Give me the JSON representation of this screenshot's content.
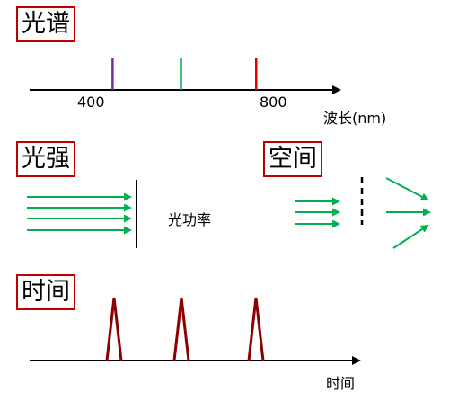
{
  "sections": {
    "spectrum": "光谱",
    "intensity": "光强",
    "spatial": "空间",
    "time": "时间"
  },
  "spectrum_axis": {
    "tick_400": "400",
    "tick_800": "800",
    "label": "波长(nm)",
    "lines": [
      {
        "color": "#7030a0",
        "wavelength": 450
      },
      {
        "color": "#00b050",
        "wavelength": 600
      },
      {
        "color": "#e00000",
        "wavelength": 765
      }
    ]
  },
  "intensity": {
    "label": "光功率",
    "arrow_color": "#00b050"
  },
  "time_axis": {
    "label": "时间",
    "pulse_color": "#8b0000"
  }
}
